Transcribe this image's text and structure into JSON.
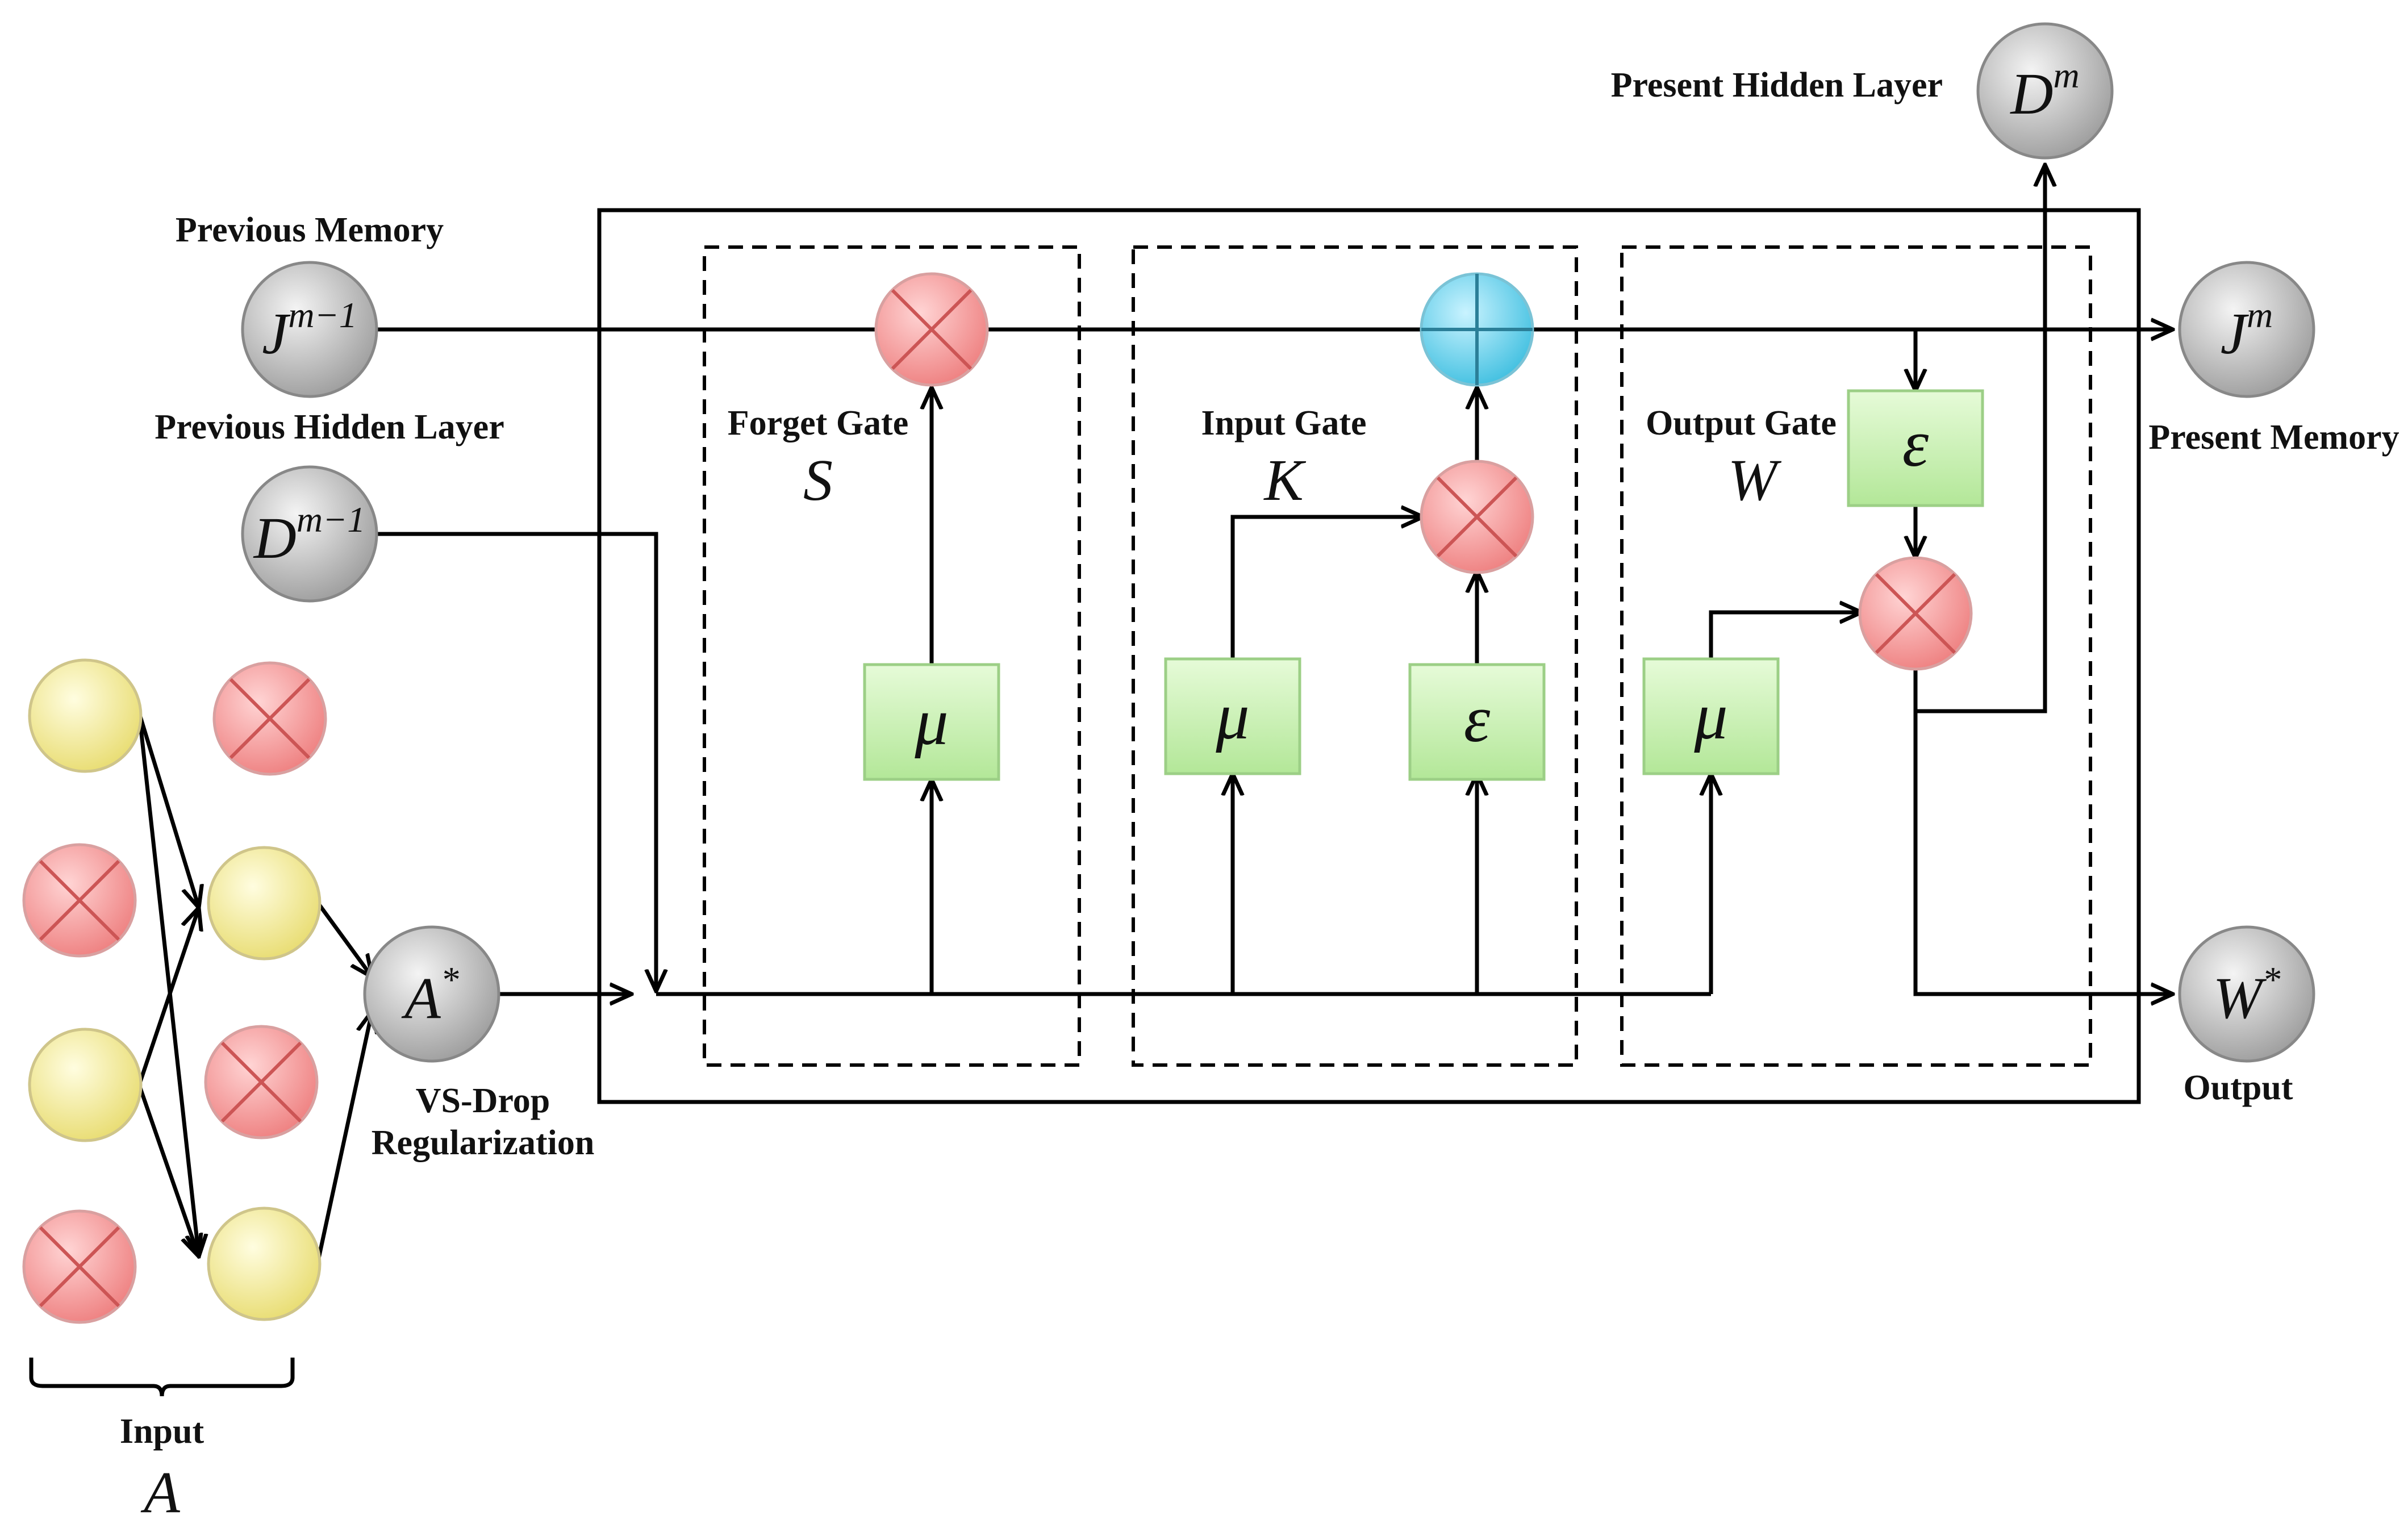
{
  "labels": {
    "previous_memory": "Previous Memory",
    "previous_hidden_layer": "Previous Hidden Layer",
    "present_hidden_layer": "Present Hidden Layer",
    "present_memory": "Present Memory",
    "output": "Output",
    "vs_drop_line1": "VS-Drop",
    "vs_drop_line2": "Regularization",
    "input": "Input",
    "input_symbol": "A"
  },
  "gates": {
    "forget": {
      "title": "Forget Gate",
      "symbol": "S"
    },
    "input": {
      "title": "Input Gate",
      "symbol": "K"
    },
    "output": {
      "title": "Output Gate",
      "symbol": "W"
    }
  },
  "nodes": {
    "prev_memory": {
      "base": "J",
      "sup": "m−1"
    },
    "prev_hidden": {
      "base": "D",
      "sup": "m−1"
    },
    "present_hidden": {
      "base": "D",
      "sup": "m"
    },
    "present_memory": {
      "base": "J",
      "sup": "m"
    },
    "output": {
      "base": "W",
      "sup": "*"
    },
    "dropout_input": {
      "base": "A",
      "sup": "*"
    }
  },
  "activations": {
    "sigmoid": "μ",
    "tanh": "ε"
  },
  "colors": {
    "gray_node": "#c8c8c8",
    "yellow_node": "#f5f0a0",
    "pink_node": "#f39a9a",
    "cyan_node": "#6fd3ec",
    "green_box": "#c9f0b0"
  }
}
